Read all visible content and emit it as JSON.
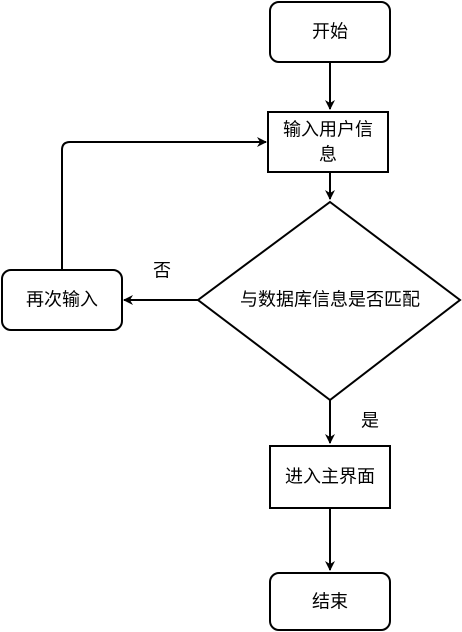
{
  "nodes": {
    "start": {
      "label": "开始"
    },
    "input_user_info": {
      "line1": "输入用户信",
      "line2": "息"
    },
    "match_decision": {
      "label": "与数据库信息是否匹配"
    },
    "retry_input": {
      "label": "再次输入"
    },
    "enter_main": {
      "label": "进入主界面"
    },
    "end": {
      "label": "结束"
    }
  },
  "edges": {
    "no_label": "否",
    "yes_label": "是"
  }
}
